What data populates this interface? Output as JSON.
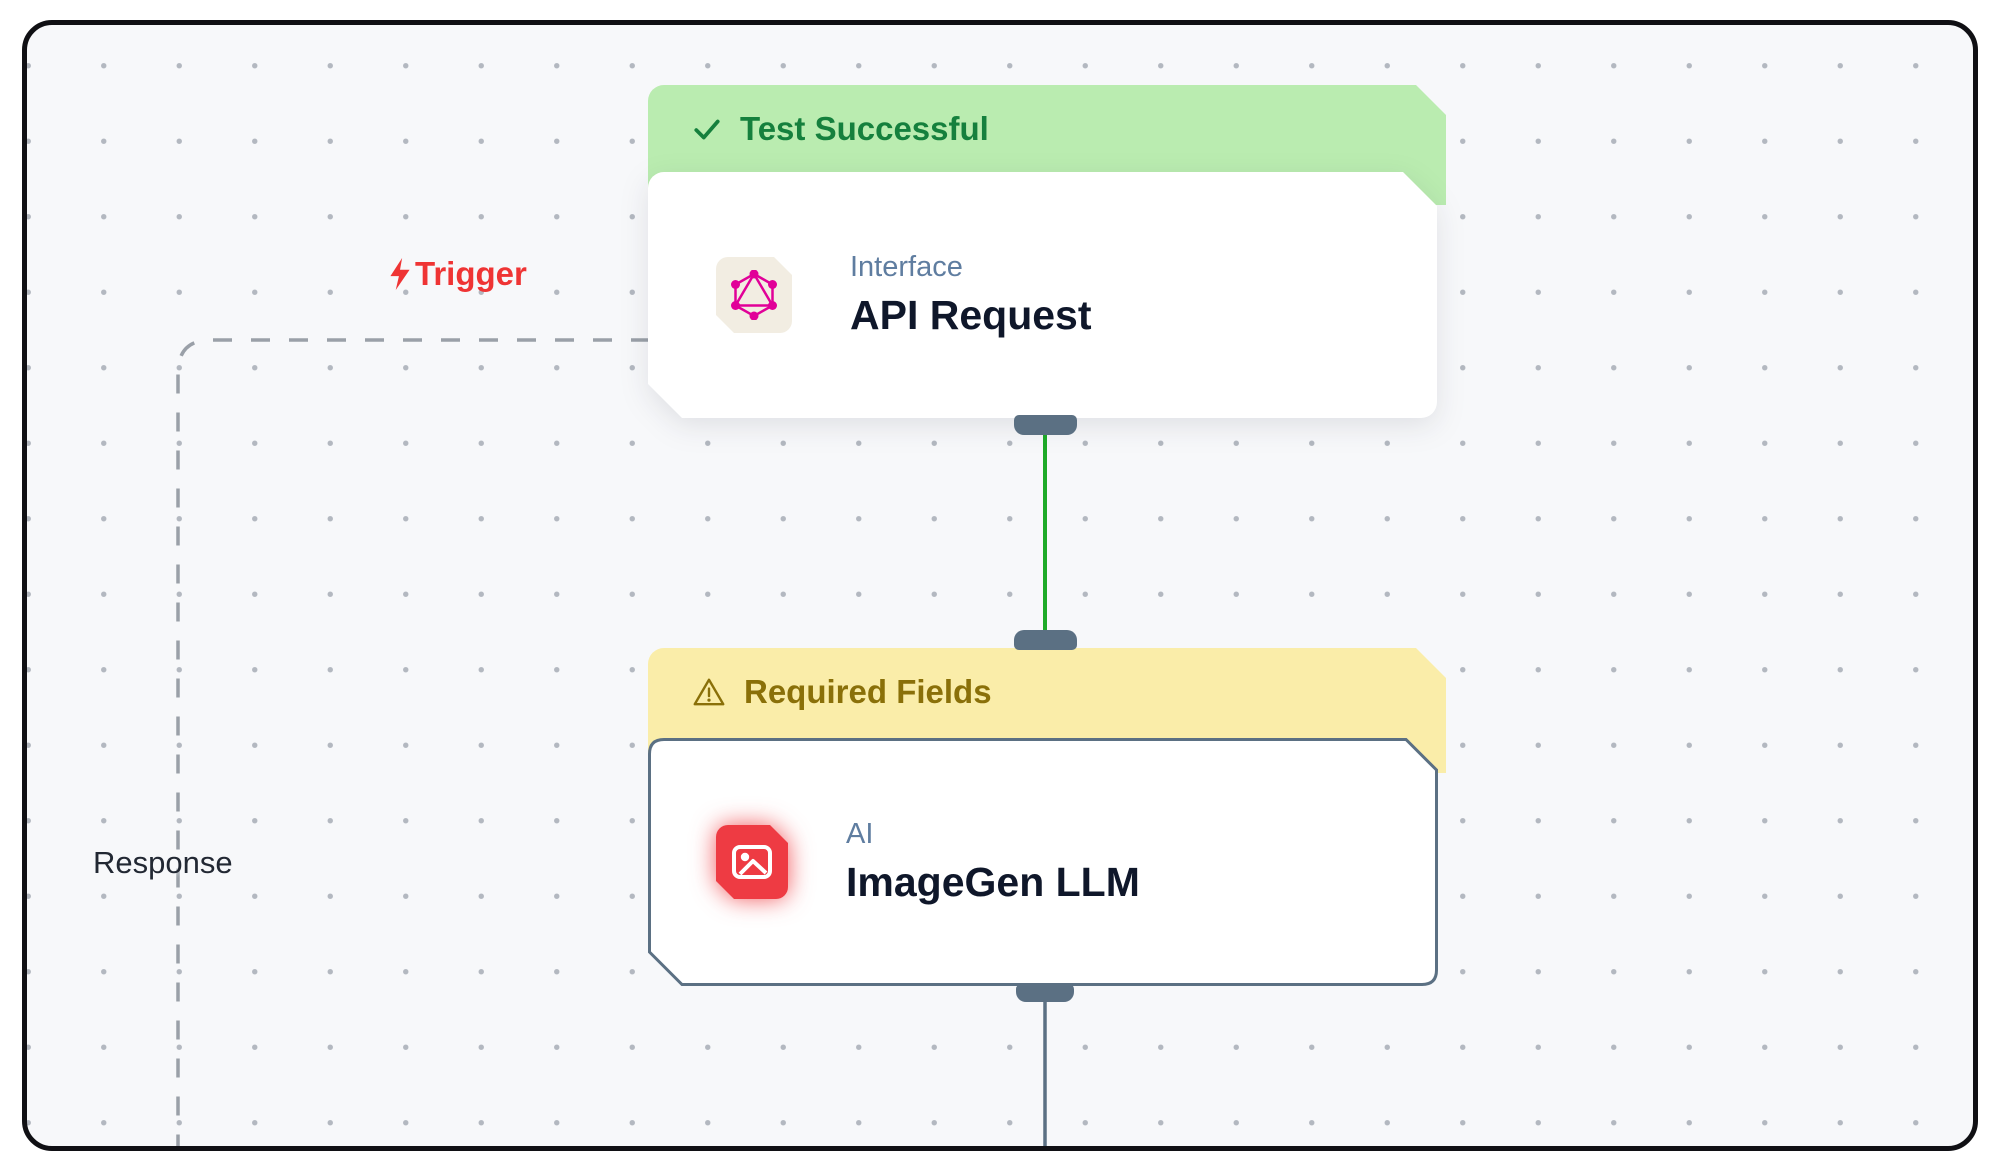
{
  "workflow": {
    "edge_labels": {
      "trigger": "Trigger",
      "response": "Response"
    },
    "nodes": [
      {
        "banner": "Test Successful",
        "banner_state": "success",
        "category": "Interface",
        "title": "API Request",
        "icon": "graphql-icon"
      },
      {
        "banner": "Required Fields",
        "banner_state": "warning",
        "category": "AI",
        "title": "ImageGen LLM",
        "icon": "image-icon"
      }
    ]
  },
  "colors": {
    "canvas_bg": "#f7f8fa",
    "frame_border": "#101014",
    "dot_grid": "#b3b8c0",
    "success_banner_bg": "#baecb0",
    "success_text": "#15803d",
    "warning_banner_bg": "#faeda9",
    "warning_text": "#8a7009",
    "trigger_red": "#ef3434",
    "node_icon_red": "#ee3b43",
    "graphql_pink": "#e10098",
    "slate_connector": "#5b7083",
    "edge_green": "#1eaa28",
    "dashed_edge_gray": "#9aa0a8",
    "category_text": "#5f7da0",
    "title_text": "#0f172a"
  }
}
